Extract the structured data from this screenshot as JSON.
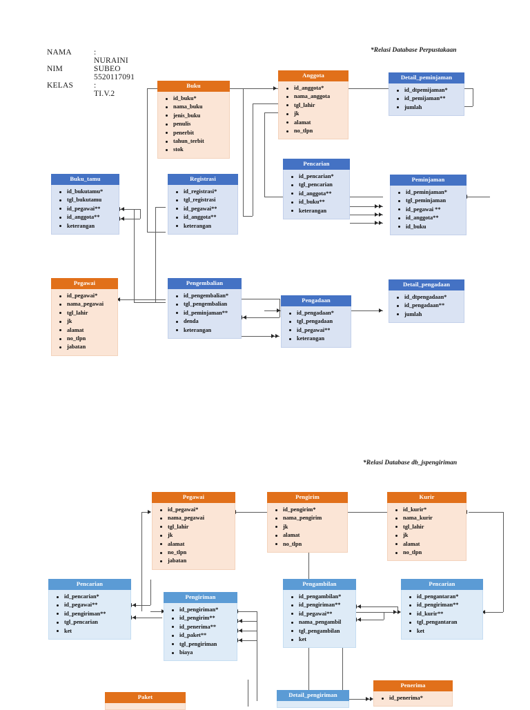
{
  "header": {
    "rows": [
      {
        "label": "NAMA",
        "value": ": NURAINI SUBEO"
      },
      {
        "label": "NIM",
        "value": ": 5520117091"
      },
      {
        "label": "KELAS",
        "value": ": TI.V.2"
      }
    ]
  },
  "diagram1": {
    "title": "*Relasi Database Perpustakaan",
    "entities": [
      {
        "name": "Buku",
        "color": "orange",
        "fields": [
          "id_buku*",
          "nama_buku",
          "jenis_buku",
          "penulis",
          "penerbit",
          "tahun_terbit",
          "stok"
        ]
      },
      {
        "name": "Anggota",
        "color": "orange",
        "fields": [
          "id_anggota*",
          "nama_anggota",
          "tgl_lahir",
          "jk",
          "alamat",
          "no_tlpn"
        ]
      },
      {
        "name": "Detail_peminjaman",
        "color": "blue",
        "fields": [
          "id_dtpemijaman*",
          "id_pemijaman**",
          "jumlah"
        ]
      },
      {
        "name": "Buku_tamu",
        "color": "blue",
        "fields": [
          "id_bukutamu*",
          "tgl_bukutamu",
          "id_pegawai**",
          "id_anggota**",
          "keterangan"
        ]
      },
      {
        "name": "Registrasi",
        "color": "blue",
        "fields": [
          "id_registrasi*",
          "tgl_registrasi",
          "id_pegawai**",
          "id_anggota**",
          "keterangan"
        ]
      },
      {
        "name": "Pencarian",
        "color": "blue",
        "fields": [
          "id_pencarian*",
          "tgl_pencarian",
          "id_anggota**",
          "id_buku**",
          "keterangan"
        ]
      },
      {
        "name": "Peminjaman",
        "color": "blue",
        "fields": [
          "id_peminjaman*",
          "tgl_peminjaman",
          "id_pegawai **",
          "id_anggota**",
          "id_buku"
        ]
      },
      {
        "name": "Pegawai",
        "color": "orange",
        "fields": [
          "id_pegawai*",
          "nama_pegawai",
          "tgl_lahir",
          "jk",
          "alamat",
          "no_tlpn",
          "jabatan"
        ]
      },
      {
        "name": "Pengembalian",
        "color": "blue",
        "fields": [
          "id_pengembalian*",
          "tgl_pengembalian",
          "id_peminjaman**",
          "denda",
          "keterangan"
        ]
      },
      {
        "name": "Pengadaan",
        "color": "blue",
        "fields": [
          "id_pengadaan*",
          "tgl_pengadaan",
          "id_pegawai**",
          "keterangan"
        ]
      },
      {
        "name": "Detail_pengadaan",
        "color": "blue",
        "fields": [
          "id_dtpengadaan*",
          "id_pengadaan**",
          "jumlah"
        ]
      }
    ]
  },
  "diagram2": {
    "title": "*Relasi Database db_jspengiriman",
    "entities": [
      {
        "name": "Pegawai",
        "color": "orange",
        "fields": [
          "id_pegawai*",
          "nama_pegawai",
          "tgl_lahir",
          "jk",
          "alamat",
          "no_tlpn",
          "jabatan"
        ]
      },
      {
        "name": "Pengirim",
        "color": "orange",
        "fields": [
          "id_pengirim*",
          "nama_pengirim",
          "jk",
          "alamat",
          "no_tlpn"
        ]
      },
      {
        "name": "Kurir",
        "color": "orange",
        "fields": [
          "id_kurir*",
          "nama_kurir",
          "tgl_lahir",
          "jk",
          "alamat",
          "no_tlpn"
        ]
      },
      {
        "name": "Pencarian",
        "color": "blue2",
        "fields": [
          "id_pencarian*",
          "id_pegawai**",
          "id_pengiriman**",
          "tgl_pencarian",
          "ket"
        ]
      },
      {
        "name": "Pengiriman",
        "color": "blue2",
        "fields": [
          "id_pengiriman*",
          "id_pengirim**",
          "id_penerima**",
          "id_paket**",
          "tgl_pengiriman",
          "biaya"
        ]
      },
      {
        "name": "Pengambilan",
        "color": "blue2",
        "fields": [
          "id_pengambilan*",
          "id_pengiriman**",
          "id_pegawai**",
          "nama_pengambil",
          "tgl_pengambilan",
          "ket"
        ]
      },
      {
        "name": "Pencarian",
        "color": "blue2",
        "fields": [
          "id_pengantaran*",
          "id_pengiriman**",
          "id_kurir**",
          "tgl_pengantaran",
          "ket"
        ]
      },
      {
        "name": "Paket",
        "color": "orange",
        "fields": []
      },
      {
        "name": "Detail_pengiriman",
        "color": "blue2",
        "fields": []
      },
      {
        "name": "Penerima",
        "color": "orange",
        "fields": [
          "id_penerima*"
        ]
      }
    ]
  }
}
